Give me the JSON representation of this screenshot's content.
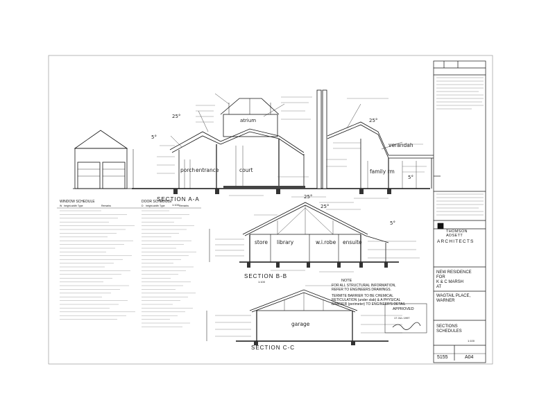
{
  "sections": {
    "aa": {
      "title": "SECTION A-A",
      "scale": "1:100"
    },
    "bb": {
      "title": "SECTION B-B",
      "scale": "1:100"
    },
    "cc": {
      "title": "SECTION C-C"
    }
  },
  "rooms": {
    "atrium": "atrium",
    "porch": "porch",
    "entrance": "entrance",
    "court": "court",
    "family": "family rm",
    "verandah": "verandah",
    "store": "store",
    "library": "library",
    "wirobe": "w.i.robe",
    "ensuite": "ensuite",
    "garage": "garage"
  },
  "angles": {
    "a1": "25°",
    "a2": "25°",
    "a3": "5°",
    "a4": "25°",
    "a5": "25°",
    "a6": "5°",
    "a7": "5°"
  },
  "schedules": {
    "window": {
      "title": "WINDOW SCHEDULE",
      "columns": [
        "W",
        "height-width",
        "Type",
        "Remarks"
      ]
    },
    "door": {
      "title": "DOOR SCHEDULE",
      "columns": [
        "D",
        "height-width",
        "Type",
        "Remarks"
      ]
    }
  },
  "note": {
    "title": "NOTE",
    "line1": "FOR ALL STRUCTURAL INFORMATION,",
    "line2": "REFER TO ENGINEERS DRAWINGS.",
    "line3": "TERMITE BARRIER TO BE CHEMICAL",
    "line4": "RETICULATION (under slab) & A PHYSICAL",
    "line5": "BARRIER (perimeter) TO ENGINEER'S DETAIL"
  },
  "stamp": {
    "title": "APPROVED",
    "date": "17 JUL 1997"
  },
  "title_block": {
    "firm_line1": "THOMSON",
    "firm_line2": "ADSETT",
    "firm_line3": "ARCHITECTS",
    "project1": "NEW RESIDENCE",
    "project2": "FOR",
    "project3": "K & C MARSH",
    "project4": "AT",
    "project5": "WAGTAIL PLACE,",
    "project6": "WARNER",
    "sheet_title1": "SECTIONS",
    "sheet_title2": "SCHEDULES",
    "job_no": "5155",
    "drawing_no": "A04",
    "scale": "1:100"
  }
}
